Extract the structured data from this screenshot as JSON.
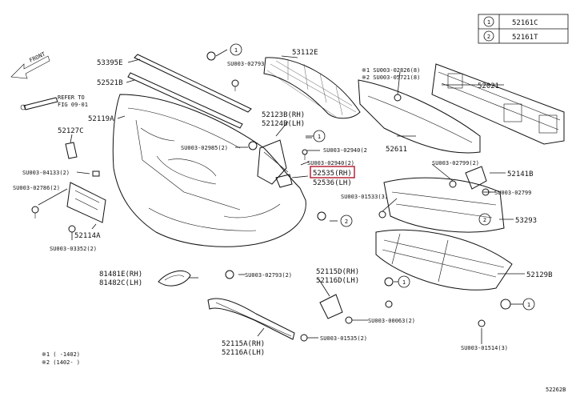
{
  "legend": {
    "rows": [
      {
        "marker": "1",
        "part": "52161C"
      },
      {
        "marker": "2",
        "part": "52161T"
      }
    ]
  },
  "front_label": "FRONT",
  "refer_note": {
    "line1": "REFER TO",
    "line2": "FIG 09-01"
  },
  "callouts": {
    "c53395E": "53395E",
    "c52521B": "52521B",
    "c52119A": "52119A",
    "c52127C": "52127C",
    "c53112E": "53112E",
    "c52021": "52021",
    "c52611": "52611",
    "c52123B": "52123B(RH)",
    "c52124B": "52124B(LH)",
    "c52535": "52535(RH)",
    "c52536": "52536(LH)",
    "c52141B": "52141B",
    "c53293": "53293",
    "c52129B": "52129B",
    "c52114A": "52114A",
    "c81481E": "81481E(RH)",
    "c81482C": "81482C(LH)",
    "c52115D": "52115D(RH)",
    "c52116D": "52116D(LH)",
    "c52115A": "52115A(RH)",
    "c52116A": "52116A(LH)"
  },
  "fasteners": {
    "f02793a": "SU003-02793",
    "f02826": "※1 SU003-02826(8)",
    "f05721": "※2 SU003-05721(8)",
    "f02985": "SU003-02985(2)",
    "f02940a": "SU003-02940(2",
    "f02940b": "SU003-02940(2)",
    "f04133": "SU003-04133(2)",
    "f02786": "SU003-02786(2)",
    "f03352": "SU003-03352(2)",
    "f01533": "SU003-01533(3)",
    "f02799a": "SU003-02799(2)",
    "f02799b": "SU003-02799",
    "f02793b": "SU003-02793(2)",
    "f00063": "SU003-00063(2)",
    "f01535": "SU003-01535(2)",
    "f01514": "SU003-01514(3)"
  },
  "marks": [
    "1",
    "1",
    "2",
    "2",
    "1",
    "1"
  ],
  "date_note": {
    "line1": "※1  (   -1402)",
    "line2": "※2 (1402-   )"
  },
  "figure_code": "52262B"
}
